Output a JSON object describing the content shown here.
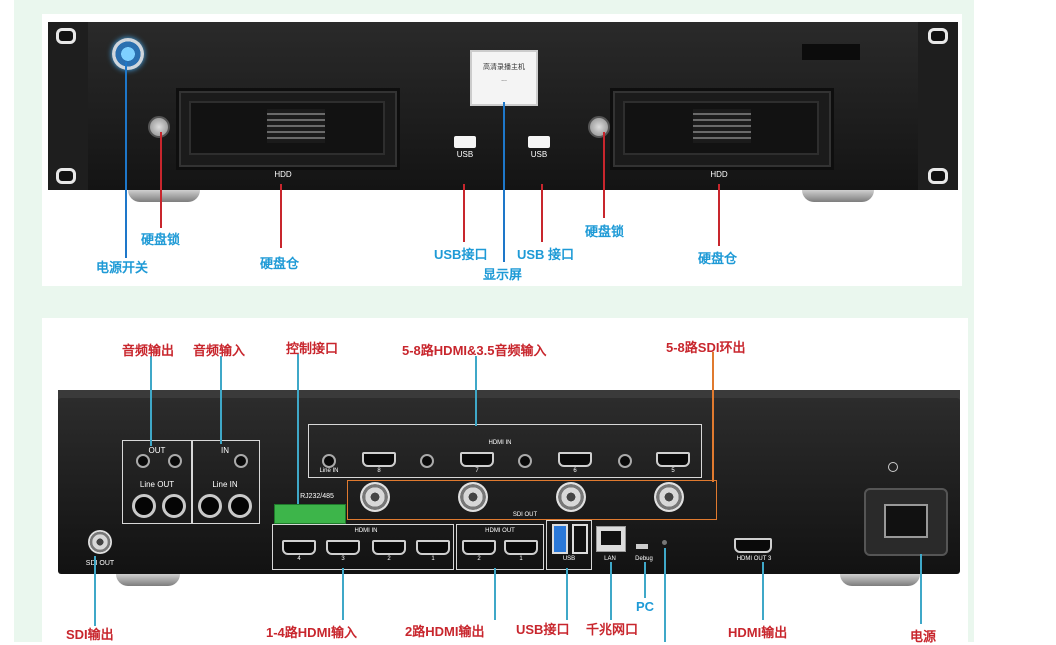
{
  "front_panel": {
    "hdd_left": "HDD",
    "hdd_right": "HDD",
    "usb_left": "USB",
    "usb_right": "USB",
    "screen_line1": "高清录播主机",
    "screen_line2": "..."
  },
  "front_labels": {
    "power_switch": "电源开关",
    "disk_lock_left": "硬盘锁",
    "disk_bay_left": "硬盘仓",
    "usb_port_left": "USB接口",
    "display": "显示屏",
    "usb_port_right": "USB 接口",
    "disk_lock_right": "硬盘锁",
    "disk_bay_right": "硬盘仓"
  },
  "rear_labels": {
    "audio_out": "音频输出",
    "audio_in": "音频输入",
    "control_port": "控制接口",
    "hdmi_5_8_in": "5-8路HDMI&3.5音频输入",
    "sdi_loop_out": "5-8路SDI环出",
    "sdi_out": "SDI输出",
    "hdmi_1_4_in": "1-4路HDMI输入",
    "hdmi_2_out": "2路HDMI输出",
    "usb_port": "USB接口",
    "gigabit_lan": "千兆网口",
    "pc": "PC",
    "hdmi_out": "HDMI输出",
    "power": "电源"
  },
  "rear_panel": {
    "out": "OUT",
    "in": "IN",
    "line_out": "Line OUT",
    "line_in": "Line IN",
    "rj_label": "RJ232/485",
    "hdmi_in_top": "HDMI IN",
    "line_in_port": "Line IN",
    "hdmi_in_nums": [
      "8",
      "7",
      "6",
      "5"
    ],
    "sdi_out": "SDI OUT",
    "sdi_out_left": "SDI OUT",
    "hdmi_in_bottom": "HDMI IN",
    "hdmi_in_bottom_nums": [
      "4",
      "3",
      "2",
      "1"
    ],
    "hdmi_out": "HDMI OUT",
    "hdmi_out_nums": [
      "2",
      "1"
    ],
    "usb": "USB",
    "lan": "LAN",
    "debug": "Debug",
    "hdmi_out3": "HDMI OUT 3",
    "ch": [
      "1",
      "2"
    ]
  },
  "colors": {
    "label_blue": "#1e9ad6",
    "label_red": "#c8262d",
    "highlight": "#e07a2f"
  }
}
